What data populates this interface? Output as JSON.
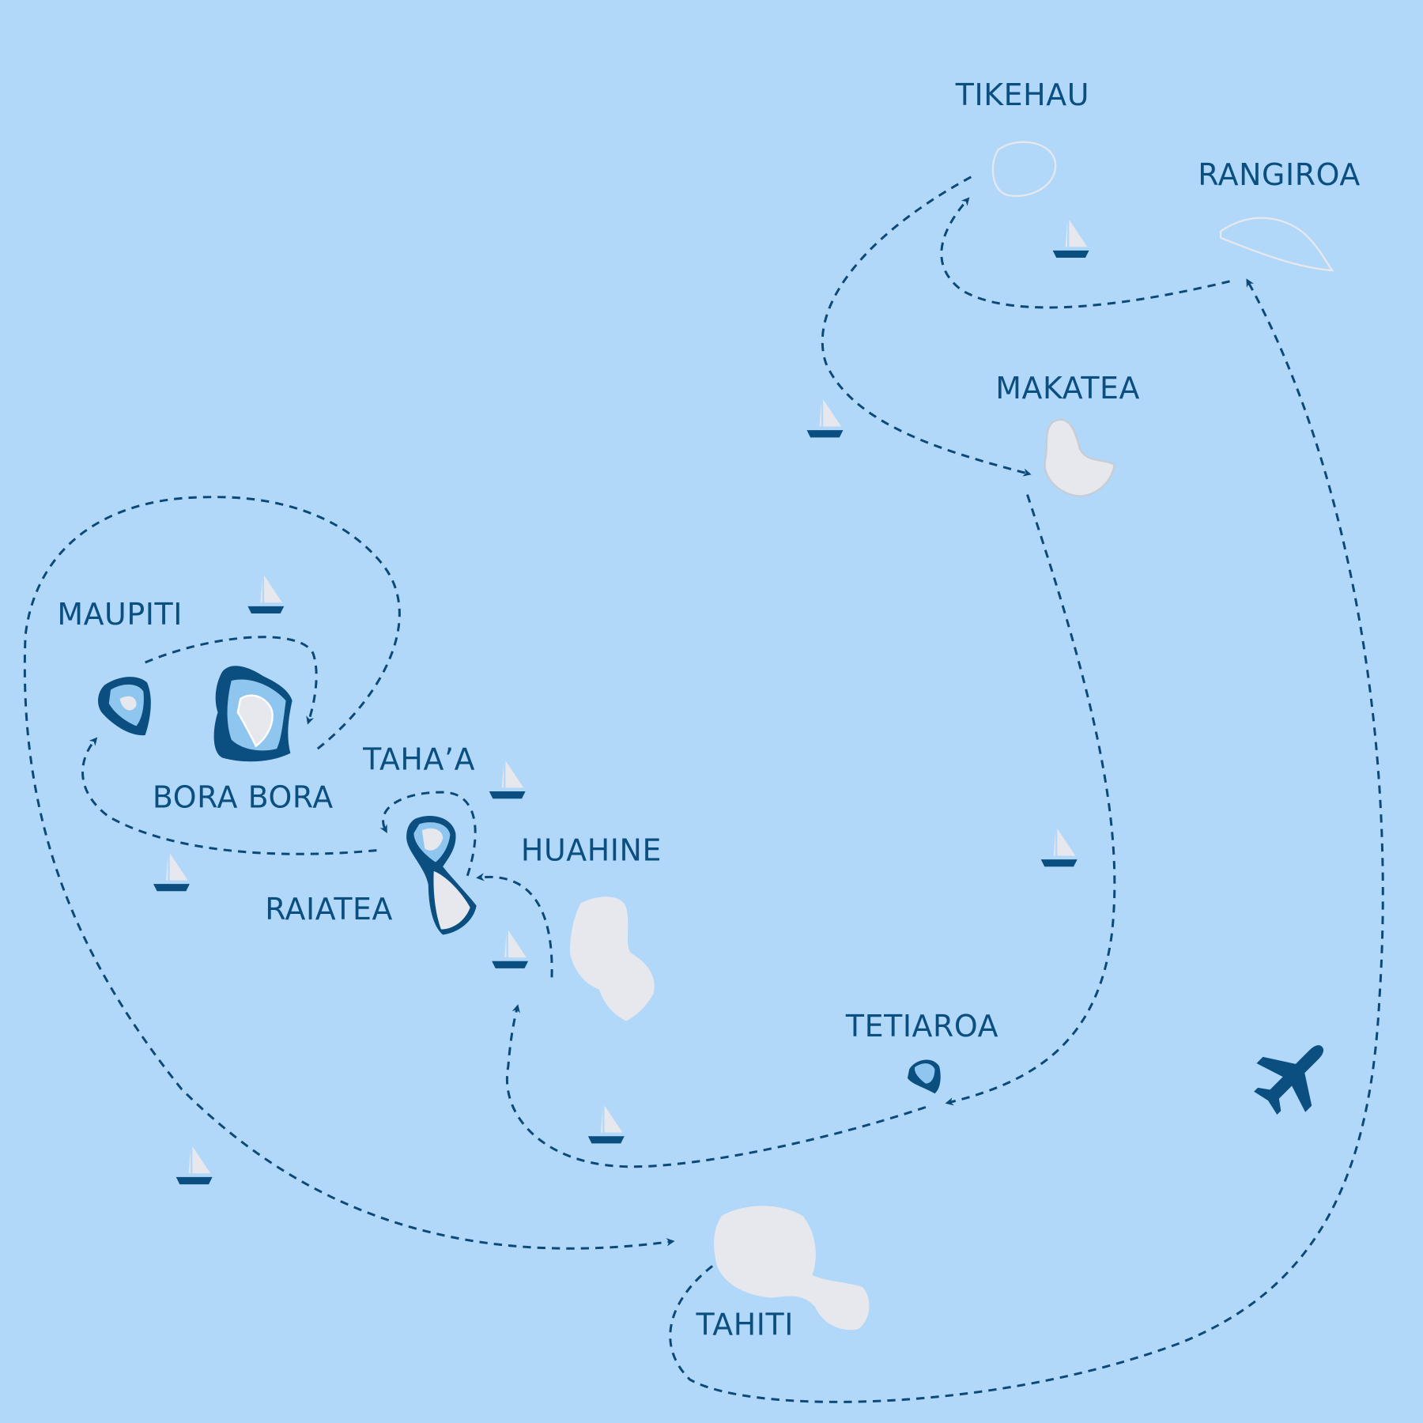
{
  "map": {
    "colors": {
      "sea": "#b1d7f9",
      "ink": "#0b4f80",
      "land": "#e6e8ee"
    },
    "islands": [
      {
        "id": "tikehau",
        "label": "TIKEHAU"
      },
      {
        "id": "rangiroa",
        "label": "RANGIROA"
      },
      {
        "id": "makatea",
        "label": "MAKATEA"
      },
      {
        "id": "maupiti",
        "label": "MAUPITI"
      },
      {
        "id": "bora-bora",
        "label": "BORA BORA"
      },
      {
        "id": "tahaa",
        "label": "TAHA’A"
      },
      {
        "id": "huahine",
        "label": "HUAHINE"
      },
      {
        "id": "raiatea",
        "label": "RAIATEA"
      },
      {
        "id": "tetiaroa",
        "label": "TETIAROA"
      },
      {
        "id": "tahiti",
        "label": "TAHITI"
      }
    ],
    "icons": [
      "sailboat-icon",
      "airplane-icon"
    ]
  }
}
